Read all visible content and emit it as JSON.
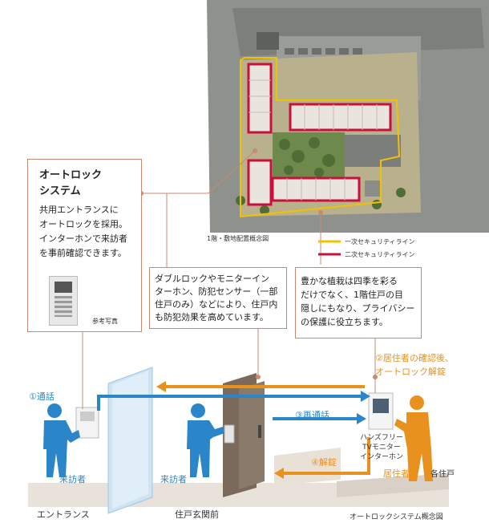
{
  "map": {
    "caption": "1階・敷地配置概念図",
    "legend": [
      {
        "label": "一次セキュリティライン",
        "color": "#f2c200"
      },
      {
        "label": "二次セキュリティライン",
        "color": "#c8103a"
      }
    ]
  },
  "callouts": {
    "autolock": {
      "title_line1": "オートロック",
      "title_line2": "システム",
      "body": [
        "共用エントランスに",
        "オートロックを採用。",
        "インターホンで来訪者",
        "を事前確認できます。"
      ],
      "photo_caption": "参考写真"
    },
    "doublelock": {
      "body": [
        "ダブルロックやモニターイン",
        "ターホン、防犯センサー（一部",
        "住戸のみ）などにより、住戸内",
        "も防犯効果を高めています。"
      ]
    },
    "planting": {
      "body": [
        "豊かな植栽は四季を彩る",
        "だけでなく、1階住戸の目",
        "隠しにもなり、プライバシー",
        "の保護に役立ちます。"
      ]
    }
  },
  "flow": {
    "step1": "①通話",
    "step2_line1": "②居住者の確認後、",
    "step2_line2": "オートロック解錠",
    "step3": "③再通話",
    "step4": "④解錠",
    "visitor_label_1": "来訪者",
    "visitor_label_2": "来訪者",
    "resident_label": "居住者",
    "intercom_label": [
      "ハンズフリー",
      "TVモニター",
      "インターホン"
    ],
    "location_entrance": "エントランス",
    "location_door": "住戸玄関前",
    "location_unit": "各住戸",
    "caption": "オートロックシステム概念図"
  },
  "colors": {
    "accent_orange": "#e8911f",
    "accent_blue": "#2b86c9",
    "frame_line": "#c98a6d"
  }
}
